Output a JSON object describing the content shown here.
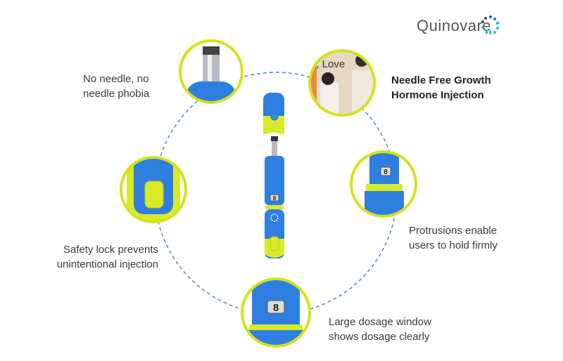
{
  "brand": {
    "name": "Quinovare",
    "logo_colors": [
      "#1e4fb5",
      "#2ab0d8",
      "#36c7c0"
    ]
  },
  "colors": {
    "blue": "#2e7fe0",
    "yellow": "#d9ea2a",
    "ring": "#d4e21c",
    "dash": "#4a7fb8"
  },
  "callouts": {
    "no_needle": [
      "No needle, no",
      "needle phobia"
    ],
    "growth_hormone": [
      "Needle Free Growth",
      "Hormone Injection"
    ],
    "protrusions": [
      "Protrusions enable",
      "users to hold firmly"
    ],
    "safety_lock": [
      "Safety lock prevents",
      "unintentional injection"
    ],
    "dosage": [
      "Large dosage window",
      "shows dosage clearly"
    ]
  },
  "photo_text": "e, Love",
  "dose_value": "8"
}
